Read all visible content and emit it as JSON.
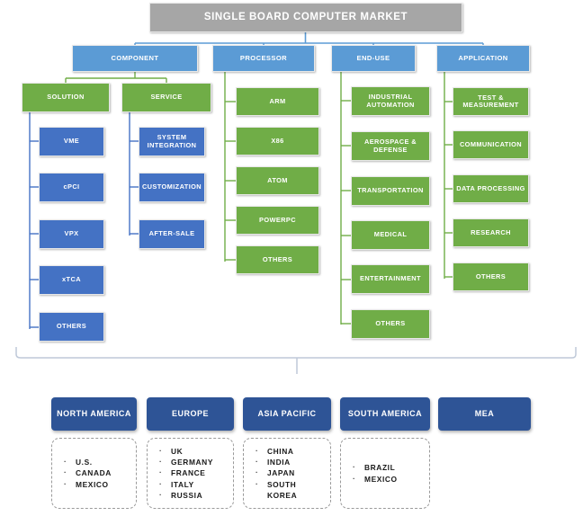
{
  "title": {
    "label": "SINGLE BOARD COMPUTER MARKET"
  },
  "colors": {
    "title_bar": "#A6A6A6",
    "level1": "#5B9BD5",
    "green": "#70AD47",
    "blue": "#4472C4",
    "region": "#2E5496",
    "connector_blue": "#5B9BD5",
    "connector_green": "#70AD47",
    "connector_navy": "#4472C4",
    "bracket": "#BFC9D9"
  },
  "segments": [
    {
      "label": "COMPONENT",
      "children": [
        {
          "label": "SOLUTION",
          "children": [
            "VME",
            "cPCI",
            "VPX",
            "xTCA",
            "OTHERS"
          ]
        },
        {
          "label": "SERVICE",
          "children": [
            "SYSTEM INTEGRATION",
            "CUSTOMIZATION",
            "AFTER-SALE"
          ]
        }
      ]
    },
    {
      "label": "PROCESSOR",
      "items": [
        "ARM",
        "X86",
        "ATOM",
        "POWERPC",
        "OTHERS"
      ]
    },
    {
      "label": "END-USE",
      "items": [
        "INDUSTRIAL AUTOMATION",
        "AEROSPACE & DEFENSE",
        "TRANSPORTATION",
        "MEDICAL",
        "ENTERTAINMENT",
        "OTHERS"
      ]
    },
    {
      "label": "APPLICATION",
      "items": [
        "TEST & MEASUREMENT",
        "COMMUNICATION",
        "DATA PROCESSING",
        "RESEARCH",
        "OTHERS"
      ]
    }
  ],
  "regions": [
    {
      "label": "NORTH AMERICA",
      "countries": [
        "U.S.",
        "CANADA",
        "MEXICO"
      ]
    },
    {
      "label": "EUROPE",
      "countries": [
        "UK",
        "GERMANY",
        "FRANCE",
        "ITALY",
        "RUSSIA"
      ]
    },
    {
      "label": "ASIA PACIFIC",
      "countries": [
        "CHINA",
        "INDIA",
        "JAPAN",
        "SOUTH KOREA"
      ]
    },
    {
      "label": "SOUTH AMERICA",
      "countries": [
        "BRAZIL",
        "MEXICO"
      ]
    },
    {
      "label": "MEA",
      "countries": []
    }
  ]
}
